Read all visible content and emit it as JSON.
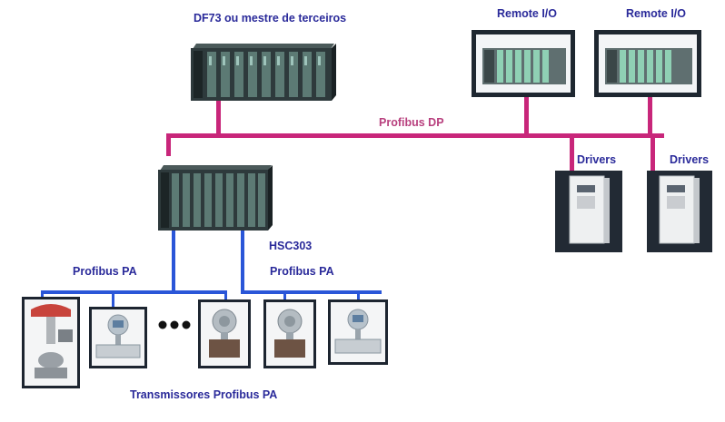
{
  "labels": {
    "master": "DF73 ou mestre de terceiros",
    "remote_io_1": "Remote I/O",
    "remote_io_2": "Remote I/O",
    "profibus_dp": "Profibus DP",
    "drivers_1": "Drivers",
    "drivers_2": "Drivers",
    "hsc303": "HSC303",
    "profibus_pa_left": "Profibus PA",
    "profibus_pa_right": "Profibus PA",
    "transmitters": "Transmissores Profibus PA"
  },
  "colors": {
    "profibus_dp_bus": "#c8267a",
    "profibus_pa_bus": "#2a56d8",
    "label_blue": "#2a2a9a",
    "label_pink": "#b8407e",
    "rack_dark": "#2e3a3c",
    "rack_card": "#5c7a74",
    "io_green": "#8fd0b4"
  },
  "devices": {
    "master_rack": "dfi-rack-icon",
    "hsc_rack": "dfi-rack-icon",
    "remote_io": "remote-io-module-icon",
    "drivers": "frequency-inverter-icon",
    "field": [
      "control-valve-icon",
      "flow-transmitter-icon",
      "ellipsis",
      "pressure-transmitter-icon",
      "pressure-transmitter-icon",
      "flow-transmitter-icon"
    ]
  }
}
